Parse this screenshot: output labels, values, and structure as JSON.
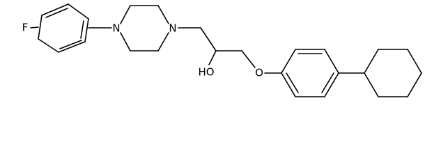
{
  "molecule": {
    "atoms": {
      "fluorine": "F",
      "nitrogen_left": "N",
      "nitrogen_right": "N",
      "hydroxyl": "HO",
      "ether_oxygen": "O"
    }
  }
}
